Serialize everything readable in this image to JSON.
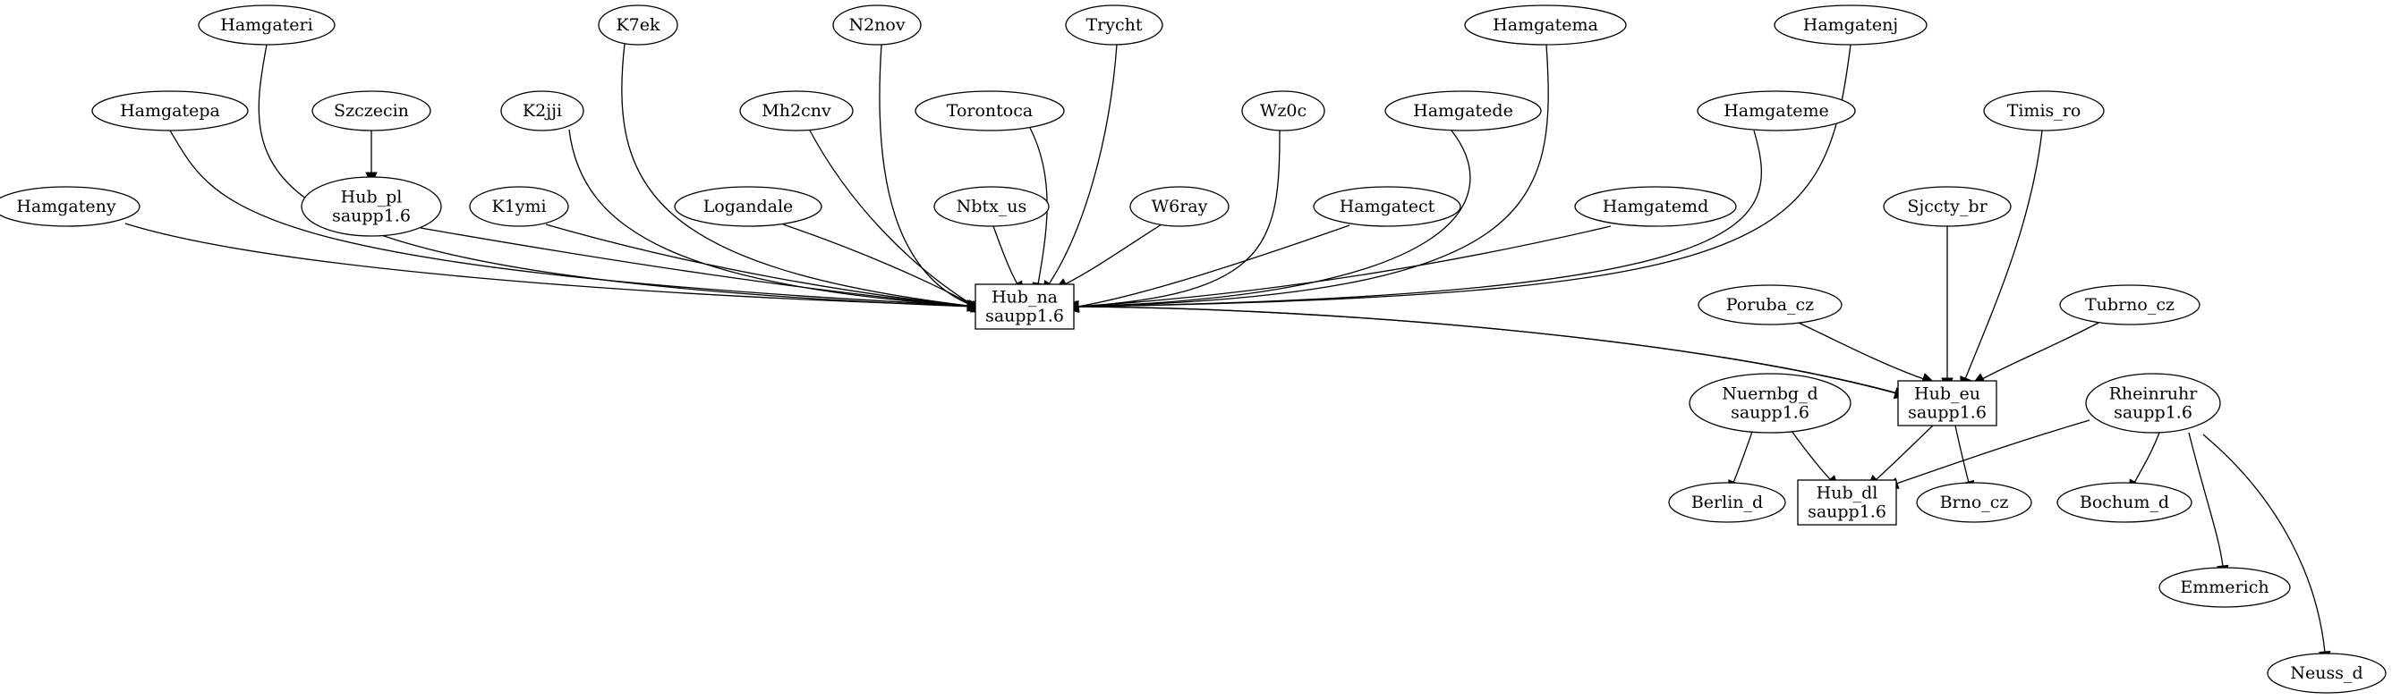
{
  "graph": {
    "nodes": [
      {
        "id": "hamgateri",
        "shape": "ellipse",
        "lines": [
          "Hamgateri"
        ]
      },
      {
        "id": "k7ek",
        "shape": "ellipse",
        "lines": [
          "K7ek"
        ]
      },
      {
        "id": "n2nov",
        "shape": "ellipse",
        "lines": [
          "N2nov"
        ]
      },
      {
        "id": "trycht",
        "shape": "ellipse",
        "lines": [
          "Trycht"
        ]
      },
      {
        "id": "hamgatema",
        "shape": "ellipse",
        "lines": [
          "Hamgatema"
        ]
      },
      {
        "id": "hamgatenj",
        "shape": "ellipse",
        "lines": [
          "Hamgatenj"
        ]
      },
      {
        "id": "hamgatepa",
        "shape": "ellipse",
        "lines": [
          "Hamgatepa"
        ]
      },
      {
        "id": "szczecin",
        "shape": "ellipse",
        "lines": [
          "Szczecin"
        ]
      },
      {
        "id": "k2jji",
        "shape": "ellipse",
        "lines": [
          "K2jji"
        ]
      },
      {
        "id": "mh2cnv",
        "shape": "ellipse",
        "lines": [
          "Mh2cnv"
        ]
      },
      {
        "id": "torontoca",
        "shape": "ellipse",
        "lines": [
          "Torontoca"
        ]
      },
      {
        "id": "wz0c",
        "shape": "ellipse",
        "lines": [
          "Wz0c"
        ]
      },
      {
        "id": "hamgatede",
        "shape": "ellipse",
        "lines": [
          "Hamgatede"
        ]
      },
      {
        "id": "hamgateme",
        "shape": "ellipse",
        "lines": [
          "Hamgateme"
        ]
      },
      {
        "id": "timis_ro",
        "shape": "ellipse",
        "lines": [
          "Timis_ro"
        ]
      },
      {
        "id": "hamgateny",
        "shape": "ellipse",
        "lines": [
          "Hamgateny"
        ]
      },
      {
        "id": "hub_pl",
        "shape": "ellipse",
        "lines": [
          "Hub_pl",
          "saupp1.6"
        ]
      },
      {
        "id": "k1ymi",
        "shape": "ellipse",
        "lines": [
          "K1ymi"
        ]
      },
      {
        "id": "logandale",
        "shape": "ellipse",
        "lines": [
          "Logandale"
        ]
      },
      {
        "id": "nbtx_us",
        "shape": "ellipse",
        "lines": [
          "Nbtx_us"
        ]
      },
      {
        "id": "w6ray",
        "shape": "ellipse",
        "lines": [
          "W6ray"
        ]
      },
      {
        "id": "hamgatect",
        "shape": "ellipse",
        "lines": [
          "Hamgatect"
        ]
      },
      {
        "id": "hamgatemd",
        "shape": "ellipse",
        "lines": [
          "Hamgatemd"
        ]
      },
      {
        "id": "sjccty_br",
        "shape": "ellipse",
        "lines": [
          "Sjccty_br"
        ]
      },
      {
        "id": "hub_na",
        "shape": "box",
        "lines": [
          "Hub_na",
          "saupp1.6"
        ]
      },
      {
        "id": "poruba_cz",
        "shape": "ellipse",
        "lines": [
          "Poruba_cz"
        ]
      },
      {
        "id": "tubrno_cz",
        "shape": "ellipse",
        "lines": [
          "Tubrno_cz"
        ]
      },
      {
        "id": "hub_eu",
        "shape": "box",
        "lines": [
          "Hub_eu",
          "saupp1.6"
        ]
      },
      {
        "id": "nuernbg_d",
        "shape": "ellipse",
        "lines": [
          "Nuernbg_d",
          "saupp1.6"
        ]
      },
      {
        "id": "rheinruhr",
        "shape": "ellipse",
        "lines": [
          "Rheinruhr",
          "saupp1.6"
        ]
      },
      {
        "id": "berlin_d",
        "shape": "ellipse",
        "lines": [
          "Berlin_d"
        ]
      },
      {
        "id": "hub_dl",
        "shape": "box",
        "lines": [
          "Hub_dl",
          "saupp1.6"
        ]
      },
      {
        "id": "brno_cz",
        "shape": "ellipse",
        "lines": [
          "Brno_cz"
        ]
      },
      {
        "id": "bochum_d",
        "shape": "ellipse",
        "lines": [
          "Bochum_d"
        ]
      },
      {
        "id": "emmerich",
        "shape": "ellipse",
        "lines": [
          "Emmerich"
        ]
      },
      {
        "id": "neuss_d",
        "shape": "ellipse",
        "lines": [
          "Neuss_d"
        ]
      }
    ],
    "edges": [
      {
        "from": "hamgateny",
        "to": "hub_na"
      },
      {
        "from": "hamgatepa",
        "to": "hub_na"
      },
      {
        "from": "hamgateri",
        "to": "hub_na"
      },
      {
        "from": "hub_pl",
        "to": "hub_na"
      },
      {
        "from": "k1ymi",
        "to": "hub_na"
      },
      {
        "from": "k2jji",
        "to": "hub_na"
      },
      {
        "from": "k7ek",
        "to": "hub_na"
      },
      {
        "from": "logandale",
        "to": "hub_na"
      },
      {
        "from": "mh2cnv",
        "to": "hub_na"
      },
      {
        "from": "n2nov",
        "to": "hub_na"
      },
      {
        "from": "nbtx_us",
        "to": "hub_na"
      },
      {
        "from": "torontoca",
        "to": "hub_na"
      },
      {
        "from": "trycht",
        "to": "hub_na"
      },
      {
        "from": "w6ray",
        "to": "hub_na"
      },
      {
        "from": "wz0c",
        "to": "hub_na"
      },
      {
        "from": "hamgatect",
        "to": "hub_na"
      },
      {
        "from": "hamgatede",
        "to": "hub_na"
      },
      {
        "from": "hamgatema",
        "to": "hub_na"
      },
      {
        "from": "hamgatemd",
        "to": "hub_na"
      },
      {
        "from": "hamgateme",
        "to": "hub_na"
      },
      {
        "from": "hamgatenj",
        "to": "hub_na"
      },
      {
        "from": "szczecin",
        "to": "hub_pl"
      },
      {
        "from": "hub_eu",
        "to": "hub_na"
      },
      {
        "from": "hub_na",
        "to": "hub_eu"
      },
      {
        "from": "timis_ro",
        "to": "hub_eu"
      },
      {
        "from": "sjccty_br",
        "to": "hub_eu"
      },
      {
        "from": "poruba_cz",
        "to": "hub_eu"
      },
      {
        "from": "tubrno_cz",
        "to": "hub_eu"
      },
      {
        "from": "hub_eu",
        "to": "hub_dl"
      },
      {
        "from": "hub_eu",
        "to": "brno_cz"
      },
      {
        "from": "nuernbg_d",
        "to": "berlin_d"
      },
      {
        "from": "nuernbg_d",
        "to": "hub_dl"
      },
      {
        "from": "rheinruhr",
        "to": "hub_dl"
      },
      {
        "from": "rheinruhr",
        "to": "bochum_d"
      },
      {
        "from": "rheinruhr",
        "to": "emmerich"
      },
      {
        "from": "rheinruhr",
        "to": "neuss_d"
      }
    ]
  }
}
